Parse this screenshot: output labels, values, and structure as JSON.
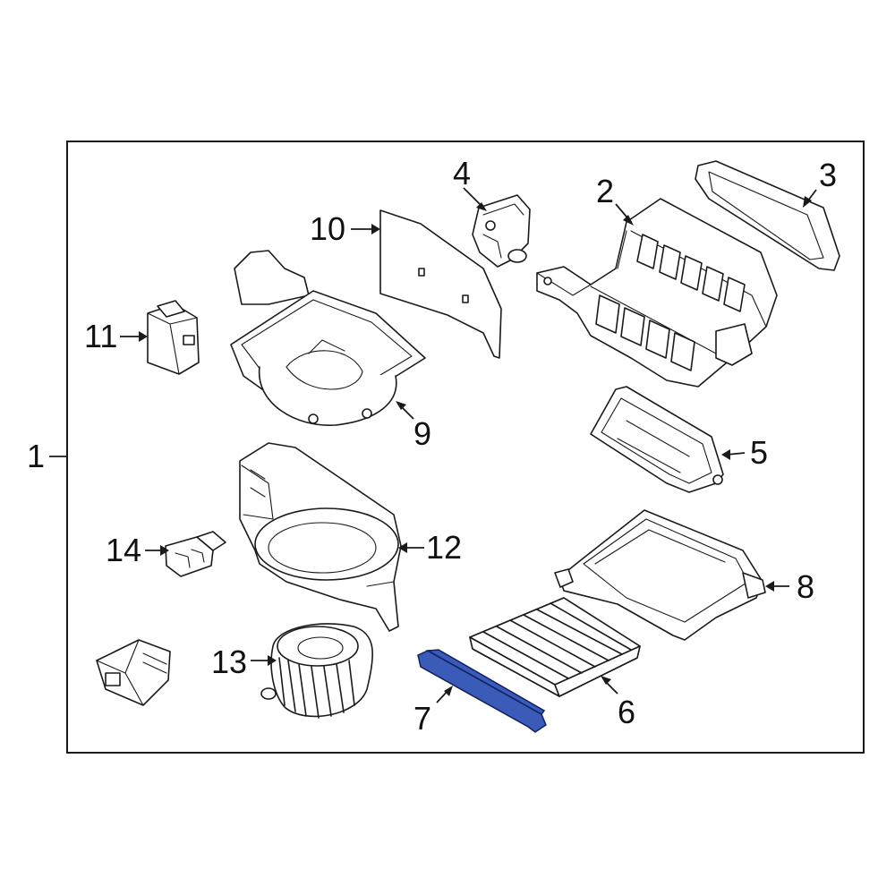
{
  "diagram": {
    "highlight_color": "#3a5bb8",
    "outline_color": "#1a1a1a",
    "callouts": {
      "c1": "1",
      "c2": "2",
      "c3": "3",
      "c4": "4",
      "c5": "5",
      "c6": "6",
      "c7": "7",
      "c8": "8",
      "c9": "9",
      "c10": "10",
      "c11": "11",
      "c12": "12",
      "c13": "13",
      "c14": "14"
    },
    "highlighted_part": "7"
  }
}
